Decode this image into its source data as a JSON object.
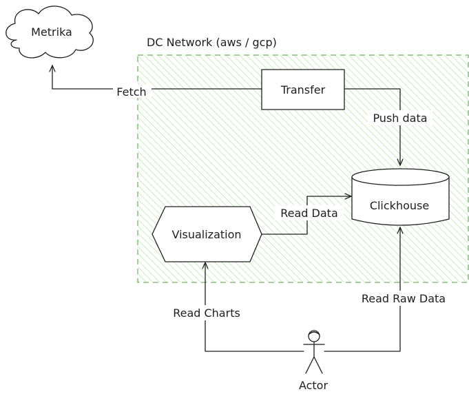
{
  "colors": {
    "ink": "#1e1e1e",
    "network_border": "#74b266",
    "network_hatch": "#b2e2a4",
    "background": "#ffffff"
  },
  "network": {
    "title": "DC Network (aws / gcp)"
  },
  "nodes": {
    "metrika": {
      "label": "Metrika",
      "shape": "cloud"
    },
    "transfer": {
      "label": "Transfer",
      "shape": "rectangle"
    },
    "clickhouse": {
      "label": "Clickhouse",
      "shape": "cylinder"
    },
    "visualization": {
      "label": "Visualization",
      "shape": "hexagon"
    },
    "actor": {
      "label": "Actor",
      "shape": "stick-figure"
    }
  },
  "edges": {
    "fetch": {
      "label": "Fetch",
      "from": "Transfer",
      "to": "Metrika"
    },
    "push_data": {
      "label": "Push data",
      "from": "Transfer",
      "to": "Clickhouse"
    },
    "read_data": {
      "label": "Read Data",
      "from": "Visualization",
      "to": "Clickhouse"
    },
    "read_charts": {
      "label": "Read Charts",
      "from": "Actor",
      "to": "Visualization"
    },
    "read_raw_data": {
      "label": "Read Raw Data",
      "from": "Actor",
      "to": "Clickhouse"
    }
  }
}
